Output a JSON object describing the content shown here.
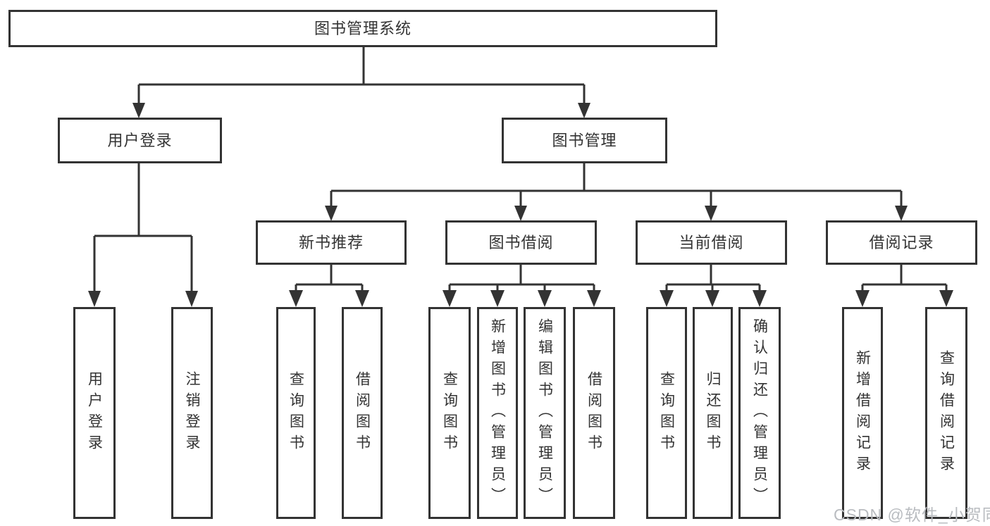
{
  "diagram": {
    "root": {
      "label": "图书管理系统"
    },
    "branches": [
      {
        "label": "用户登录",
        "children": [
          {
            "label": "用户登录"
          },
          {
            "label": "注销登录"
          }
        ]
      },
      {
        "label": "图书管理",
        "children": [
          {
            "label": "新书推荐",
            "children": [
              {
                "label": "查询图书"
              },
              {
                "label": "借阅图书"
              }
            ]
          },
          {
            "label": "图书借阅",
            "children": [
              {
                "label": "查询图书"
              },
              {
                "label": "新增图书（管理员）"
              },
              {
                "label": "编辑图书（管理员）"
              },
              {
                "label": "借阅图书"
              }
            ]
          },
          {
            "label": "当前借阅",
            "children": [
              {
                "label": "查询图书"
              },
              {
                "label": "归还图书"
              },
              {
                "label": "确认归还（管理员）"
              }
            ]
          },
          {
            "label": "借阅记录",
            "children": [
              {
                "label": "新增借阅记录"
              },
              {
                "label": "查询借阅记录"
              }
            ]
          }
        ]
      }
    ]
  },
  "watermark": "CSDN @软件_小贺同学",
  "colors": {
    "line": "#333333",
    "text": "#333333",
    "background": "#ffffff",
    "watermark": "#b9bcc0"
  }
}
